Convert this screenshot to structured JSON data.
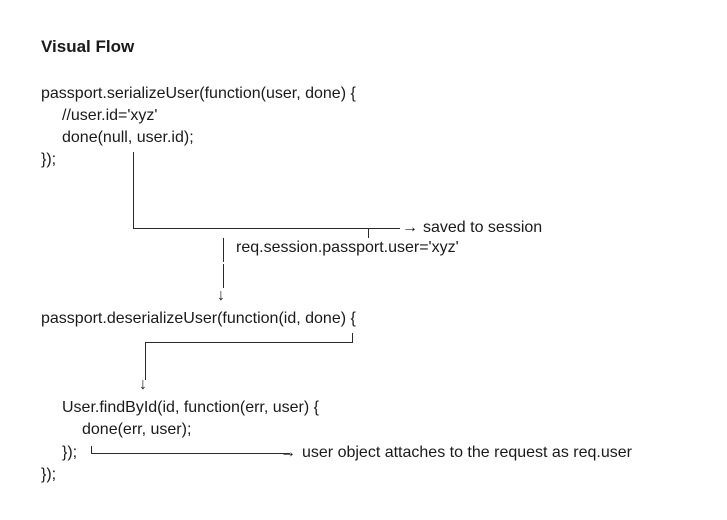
{
  "title": "Visual Flow",
  "serialize": {
    "line1": "passport.serializeUser(function(user, done) {",
    "line2": "//user.id='xyz'",
    "line3": "done(null, user.id);",
    "line4": "});"
  },
  "flow1": {
    "label": "saved to session",
    "arrow_glyph": "→",
    "detail": "req.session.passport.user='xyz'",
    "down_glyph": "↓"
  },
  "deserialize": {
    "line1": "passport.deserializeUser(function(id, done) {",
    "down_glyph": "↓",
    "line2": "User.findById(id, function(err, user) {",
    "line3": "done(err, user);",
    "line4": "});",
    "line5": "});"
  },
  "flow2": {
    "label": "user object attaches to the request as req.user",
    "arrow_glyph": "→"
  }
}
